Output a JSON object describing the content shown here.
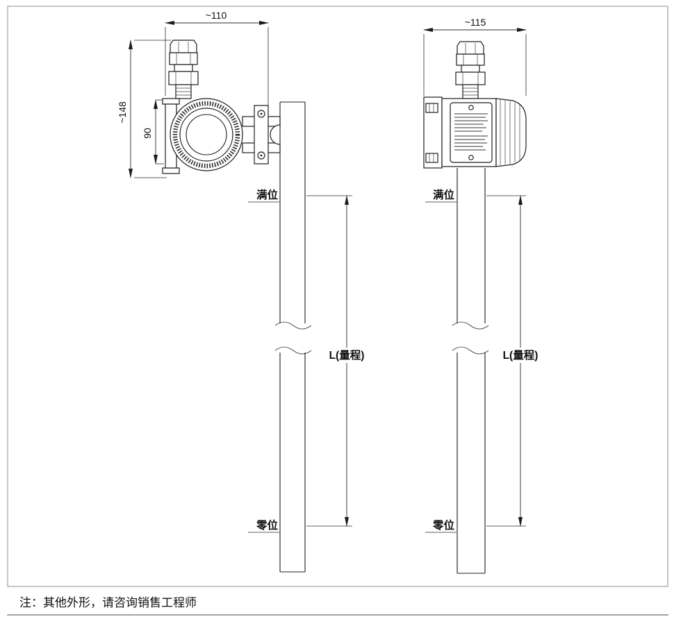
{
  "note": "注：其他外形，请咨询销售工程师",
  "left_view": {
    "width_dim": "~110",
    "height_dim": "~148",
    "body_dim": "90",
    "full_level": "满位",
    "zero_level": "零位",
    "range_dim": "L(量程)"
  },
  "right_view": {
    "width_dim": "~115",
    "full_level": "满位",
    "zero_level": "零位",
    "range_dim": "L(量程)"
  }
}
